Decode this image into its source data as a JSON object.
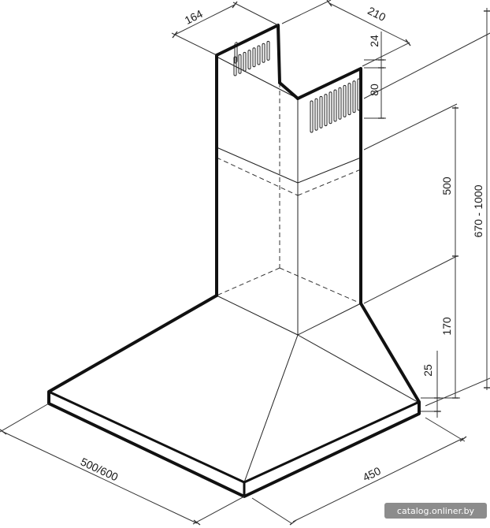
{
  "dimensions": {
    "chimney_width": "164",
    "chimney_depth": "210",
    "top_gap": "24",
    "vent_height": "80",
    "telescope_height": "500",
    "canopy_height": "170",
    "edge_height": "25",
    "total_height": "670 - 1000",
    "hood_width": "500/600",
    "hood_depth": "450"
  },
  "watermark": {
    "text": "catalog.onliner.by"
  },
  "colors": {
    "outline": "#111111",
    "dim_line": "#333333",
    "watermark_bg": "#555555"
  }
}
